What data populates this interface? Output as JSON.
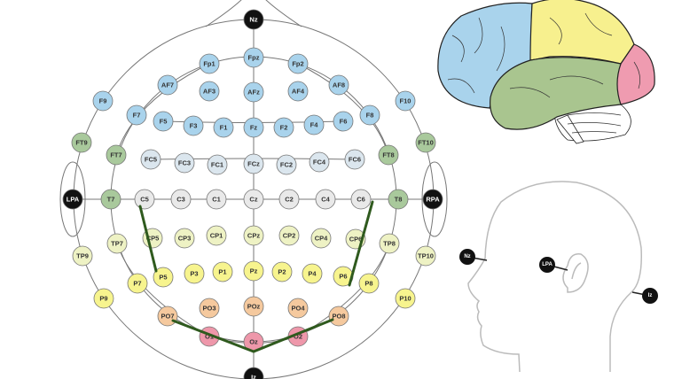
{
  "diagram": {
    "title": "International 10-20 EEG electrode placement",
    "group_colors": {
      "fiducial": "#111111",
      "prefrontal": "#a9d3ec",
      "frontal": "#a9d3ec",
      "frontocentral": "#dbe6ee",
      "central": "#e9e9e9",
      "temporal": "#a9c99c",
      "centroparietal": "#eef2c4",
      "parietal": "#f7f48e",
      "parietooccipital": "#f5c99e",
      "occipital": "#ee97aa"
    },
    "electrodes": [
      {
        "label": "Nz",
        "group": "fiducial"
      },
      {
        "label": "Fpz",
        "group": "prefrontal"
      },
      {
        "label": "Fp1",
        "group": "prefrontal"
      },
      {
        "label": "Fp2",
        "group": "prefrontal"
      },
      {
        "label": "AF7",
        "group": "frontal"
      },
      {
        "label": "AF3",
        "group": "frontal"
      },
      {
        "label": "AFz",
        "group": "frontal"
      },
      {
        "label": "AF4",
        "group": "frontal"
      },
      {
        "label": "AF8",
        "group": "frontal"
      },
      {
        "label": "F9",
        "group": "frontal"
      },
      {
        "label": "F7",
        "group": "frontal"
      },
      {
        "label": "F5",
        "group": "frontal"
      },
      {
        "label": "F3",
        "group": "frontal"
      },
      {
        "label": "F1",
        "group": "frontal"
      },
      {
        "label": "Fz",
        "group": "frontal"
      },
      {
        "label": "F2",
        "group": "frontal"
      },
      {
        "label": "F4",
        "group": "frontal"
      },
      {
        "label": "F6",
        "group": "frontal"
      },
      {
        "label": "F8",
        "group": "frontal"
      },
      {
        "label": "F10",
        "group": "frontal"
      },
      {
        "label": "FT9",
        "group": "temporal"
      },
      {
        "label": "FT7",
        "group": "temporal"
      },
      {
        "label": "FC5",
        "group": "frontocentral"
      },
      {
        "label": "FC3",
        "group": "frontocentral"
      },
      {
        "label": "FC1",
        "group": "frontocentral"
      },
      {
        "label": "FCz",
        "group": "frontocentral"
      },
      {
        "label": "FC2",
        "group": "frontocentral"
      },
      {
        "label": "FC4",
        "group": "frontocentral"
      },
      {
        "label": "FC6",
        "group": "frontocentral"
      },
      {
        "label": "FT8",
        "group": "temporal"
      },
      {
        "label": "FT10",
        "group": "temporal"
      },
      {
        "label": "LPA",
        "group": "fiducial"
      },
      {
        "label": "T7",
        "group": "temporal"
      },
      {
        "label": "C5",
        "group": "central"
      },
      {
        "label": "C3",
        "group": "central"
      },
      {
        "label": "C1",
        "group": "central"
      },
      {
        "label": "Cz",
        "group": "central"
      },
      {
        "label": "C2",
        "group": "central"
      },
      {
        "label": "C4",
        "group": "central"
      },
      {
        "label": "C6",
        "group": "central"
      },
      {
        "label": "T8",
        "group": "temporal"
      },
      {
        "label": "RPA",
        "group": "fiducial"
      },
      {
        "label": "TP9",
        "group": "centroparietal"
      },
      {
        "label": "TP7",
        "group": "centroparietal"
      },
      {
        "label": "CP5",
        "group": "centroparietal"
      },
      {
        "label": "CP3",
        "group": "centroparietal"
      },
      {
        "label": "CP1",
        "group": "centroparietal"
      },
      {
        "label": "CPz",
        "group": "centroparietal"
      },
      {
        "label": "CP2",
        "group": "centroparietal"
      },
      {
        "label": "CP4",
        "group": "centroparietal"
      },
      {
        "label": "CP6",
        "group": "centroparietal"
      },
      {
        "label": "TP8",
        "group": "centroparietal"
      },
      {
        "label": "TP10",
        "group": "centroparietal"
      },
      {
        "label": "P9",
        "group": "parietal"
      },
      {
        "label": "P7",
        "group": "parietal"
      },
      {
        "label": "P5",
        "group": "parietal"
      },
      {
        "label": "P3",
        "group": "parietal"
      },
      {
        "label": "P1",
        "group": "parietal"
      },
      {
        "label": "Pz",
        "group": "parietal"
      },
      {
        "label": "P2",
        "group": "parietal"
      },
      {
        "label": "P4",
        "group": "parietal"
      },
      {
        "label": "P6",
        "group": "parietal"
      },
      {
        "label": "P8",
        "group": "parietal"
      },
      {
        "label": "P10",
        "group": "parietal"
      },
      {
        "label": "PO7",
        "group": "parietooccipital"
      },
      {
        "label": "PO3",
        "group": "parietooccipital"
      },
      {
        "label": "POz",
        "group": "parietooccipital"
      },
      {
        "label": "PO4",
        "group": "parietooccipital"
      },
      {
        "label": "PO8",
        "group": "parietooccipital"
      },
      {
        "label": "O1",
        "group": "occipital"
      },
      {
        "label": "Oz",
        "group": "occipital"
      },
      {
        "label": "O2",
        "group": "occipital"
      },
      {
        "label": "Iz",
        "group": "fiducial"
      }
    ],
    "highlight_color": "#2f5a1e",
    "brain_colors": {
      "frontal": "#a9d3ec",
      "parietal": "#f7f08e",
      "temporal": "#a9c58f",
      "occipital": "#ef9bb0",
      "cerebellum": "#ffffff"
    },
    "side_view": {
      "labels": [
        "Nz",
        "LPA",
        "Iz"
      ]
    }
  }
}
